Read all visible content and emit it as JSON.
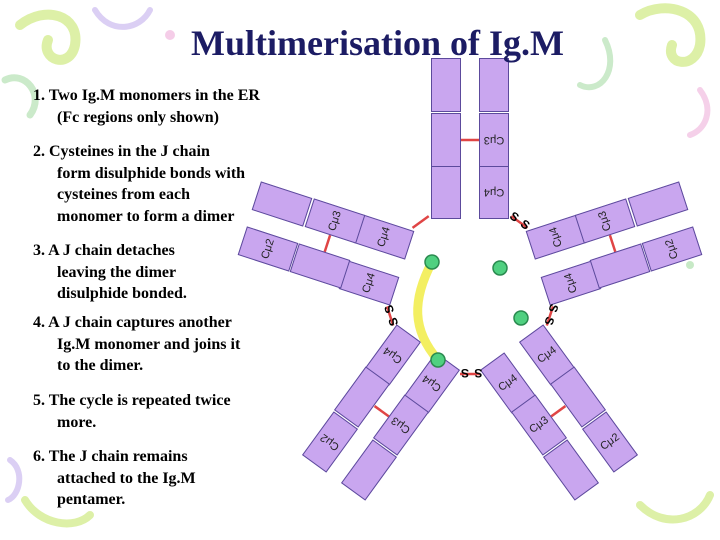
{
  "title": "Multimerisation of Ig.M",
  "steps": [
    {
      "num": "1. Two Ig.M monomers in the ER",
      "rest": [
        "(Fc regions only shown)"
      ]
    },
    {
      "num": "2. Cysteines in the J chain",
      "rest": [
        "form disulphide bonds with",
        "cysteines from each",
        "monomer to form a dimer"
      ]
    },
    {
      "num": "3. A J chain detaches",
      "rest": [
        "leaving the dimer",
        "disulphide bonded."
      ]
    },
    {
      "num": "4. A J chain captures another",
      "rest": [
        "Ig.M monomer and joins it",
        "to the dimer."
      ]
    },
    {
      "num": "5. The cycle is repeated twice",
      "rest": [
        "more."
      ]
    },
    {
      "num": "6. The J chain remains",
      "rest": [
        "attached to the Ig.M",
        "pentamer."
      ]
    }
  ],
  "labels": {
    "c2": "Cμ2",
    "c3": "Cμ3",
    "c4": "Cμ4"
  },
  "disulphide": "S S",
  "colors": {
    "title": "#1c1c64",
    "domain_fill": "#c9a6ef",
    "domain_stroke": "#5c4a9c",
    "j_chain": "#f2ee5a",
    "cysteine": "#4fd080",
    "ss": "#e04545",
    "bg_lime": "#d2eb8a",
    "bg_green": "#b9e3b8",
    "bg_lilac": "#cfbff0",
    "bg_pink": "#f2c0e2"
  }
}
